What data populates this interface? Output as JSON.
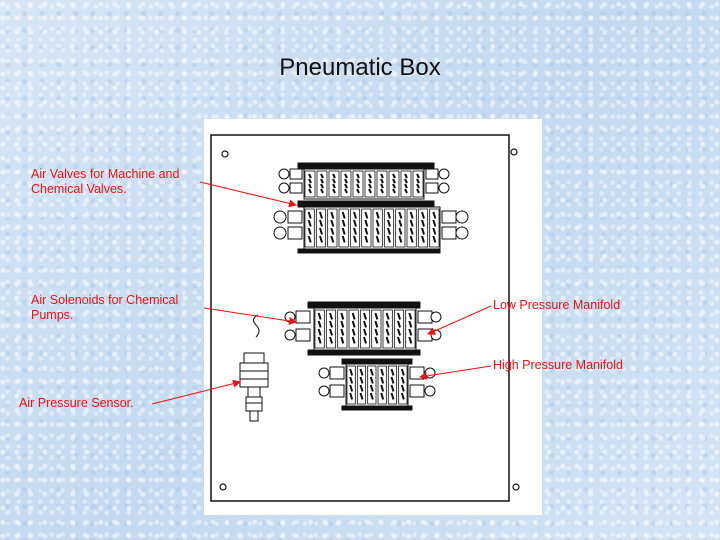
{
  "title": "Pneumatic Box",
  "labels": {
    "air_valves": "Air Valves for Machine and Chemical Valves.",
    "air_solenoids": "Air Solenoids for Chemical Pumps.",
    "low_pressure_manifold": "Low Pressure Manifold",
    "high_pressure_manifold": "High Pressure Manifold",
    "air_pressure_sensor": "Air Pressure Sensor."
  },
  "colors": {
    "label_text": "#ee1111",
    "leader_line": "#ee1111",
    "drawing": "#111111"
  }
}
